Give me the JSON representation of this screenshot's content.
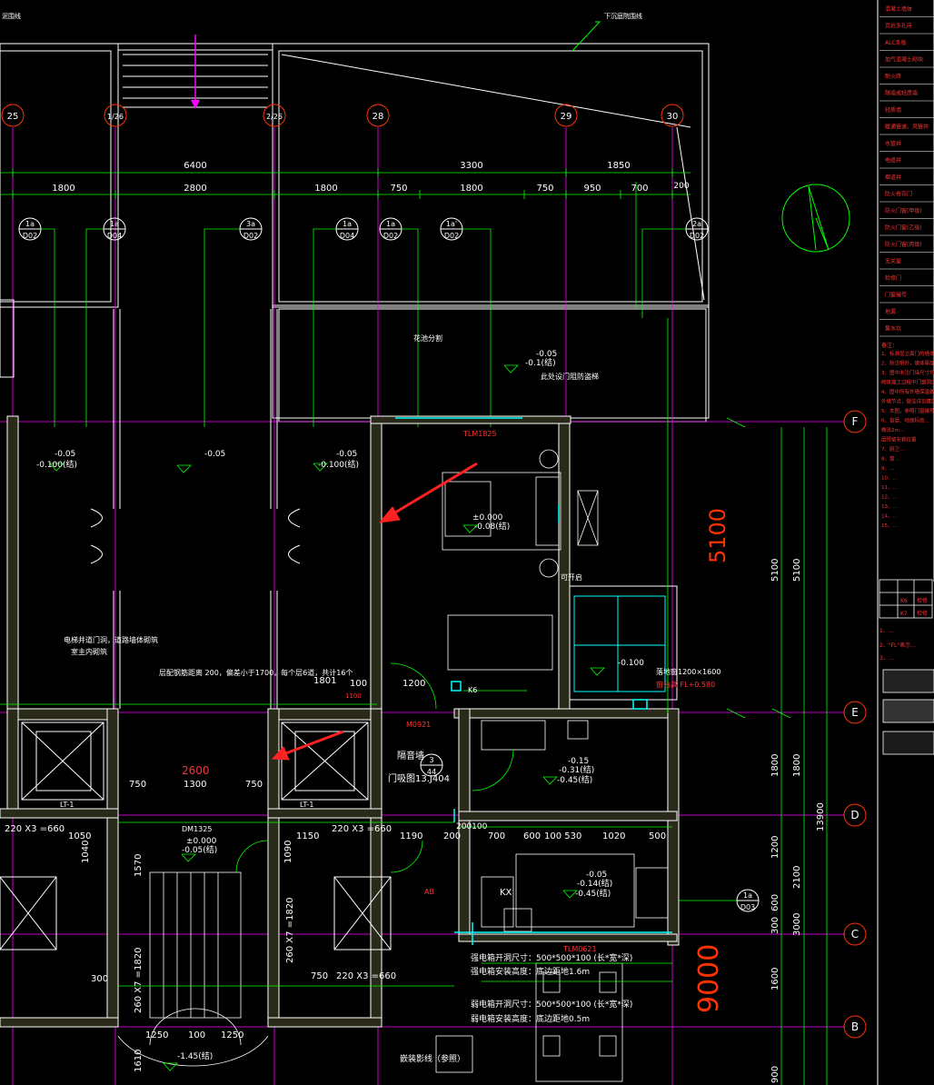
{
  "colors": {
    "background": "#000000",
    "grid": "#ff00ff",
    "dim": "#00ff00",
    "wall": "#ffffff",
    "axis_circle": "#ff3300",
    "annotation": "#ffffff",
    "legend_text": "#ff3333",
    "big_dim": "#ff3300",
    "arrow": "#ff2222",
    "yellow": "#ffff00",
    "cyan": "#00ffff"
  },
  "top_notes": {
    "top_left": "泥围线",
    "top_mid": "下沉庭院围线"
  },
  "axis_top": [
    "25",
    "1/26",
    "2/26",
    "28",
    "29",
    "30"
  ],
  "axis_right": [
    "F",
    "E",
    "D",
    "C",
    "B"
  ],
  "dims_top_row1": [
    "6400",
    "3300",
    "1850"
  ],
  "dims_top_row2": [
    "1800",
    "2800",
    "1800",
    "750",
    "1800",
    "750",
    "950",
    "700"
  ],
  "dim_200_top": "200",
  "detail_tags": [
    {
      "num": "1a",
      "ref": "D02"
    },
    {
      "num": "1a",
      "ref": "D04"
    },
    {
      "num": "3a",
      "ref": "D02"
    },
    {
      "num": "1a",
      "ref": "D04"
    },
    {
      "num": "1a",
      "ref": "D02"
    },
    {
      "num": "1a'",
      "ref": "D02"
    },
    {
      "num": "2a",
      "ref": "D02"
    },
    {
      "num": "1a",
      "ref": "D03"
    }
  ],
  "detail_callout": {
    "num": "3",
    "ref": "44"
  },
  "elevations": {
    "e1": "-0.05",
    "e1b": "-0.100(结)",
    "e2": "-0.05",
    "e3": "-0.05",
    "e3b": "-0.100(结)",
    "e4": "-0.05",
    "e4b": "-0.1(结)",
    "bed_a": "±0.000",
    "bed_b": "-0.08(结)",
    "stair_a": "±0.000",
    "stair_b": "-0.05(结)",
    "wc_a": "-0.15",
    "wc_b": "-0.31(结)",
    "wc_c": "-0.45(结)",
    "kit_a": "-0.05",
    "kit_b": "-0.14(结)",
    "kit_c": "-0.45(结)",
    "bottom_a": "-1.45(结)",
    "terrace": "-0.100"
  },
  "labels": {
    "flower_bed": "花池分割",
    "fire_stair": "此处设门阻防盗梯",
    "tlm": "TLM1825",
    "fold_pipe": "可开启",
    "window_note": "落地窗1200×1600",
    "window_note2": "窗台高 FL+0.580",
    "door1": "1200",
    "door_k6": "K6",
    "door_m": "M0921",
    "shower": "隔音墙",
    "shower2": "门吸图13.J404",
    "well_note": "电梯井道门洞，道路墙体砌筑",
    "well_note2": "室主内砌筑",
    "well_note3": "层配钢筋距离 200，偏差小于1700，每个层6道，共计16个",
    "dim_1801": "1801",
    "dim_1100": "1100",
    "dim_100": "100",
    "dim_2600": "2600",
    "dim_750a": "750",
    "dim_1300": "1300",
    "dim_750b": "750",
    "lt_left": "220 X3 =660",
    "lt_right": "220 X3 =660",
    "lt1": "LT-1",
    "lt2": "LT-1",
    "stair_dm": "DM1325",
    "sum_1050": "1050",
    "sum_1150": "1150",
    "sum_1190": "1190",
    "d_700": "700",
    "d_600": "600",
    "d_1005": "100 530",
    "d_1020": "1020",
    "d_500": "500",
    "d_200": "200",
    "d_20010": "200100",
    "kit_label": "KX",
    "ab": "AB",
    "mech_note": "强电箱开洞尺寸：500*500*100 (长*宽*深)",
    "mech_note2": "强电箱安装高度：底边距地1.6m",
    "mech_note3": "弱电箱开洞尺寸：500*500*100 (长*宽*深)",
    "mech_note4": "弱电箱安装高度：底边距地0.5m",
    "mech_note5": "嵌装影线（参照）",
    "tlm2": "TLM0621",
    "dim_1250": "1250",
    "dim_100b": "100",
    "dim_1250b": "1250",
    "dim_1570": "1570",
    "dim_1820": "260 X7 =1820",
    "dim_1820b": "260 X7 =1820",
    "dim_1040": "1040",
    "dim_1090": "1090",
    "dim_300": "300",
    "dim_750c": "750",
    "dim_220": "220 X3 =660",
    "dim_1610": "1610",
    "big_5100": "5100",
    "big_9000": "9000"
  },
  "right_dims": {
    "col1": [
      "5100",
      "1800",
      "1200",
      "600",
      "300",
      "1600",
      "900"
    ],
    "col2": [
      "5100",
      "1800",
      "2100",
      "3000",
      "13900"
    ]
  },
  "legend": {
    "items": [
      "混凝土墙体",
      "页岩多孔砖",
      "ALC条板",
      "加气混凝土砌块",
      "耐火砖",
      "隔墙或轻质墙",
      "轻质墙",
      "暖通管道、风管井",
      "水管井",
      "电缆井",
      "烟道井",
      "防火卷帘门",
      "防火门窗(甲级)",
      "防火门窗(乙级)",
      "防火门窗(丙级)",
      "无关窗",
      "检修门",
      "门窗编号",
      "地漏",
      "集水坑"
    ],
    "notes_title": "备注：",
    "notes": [
      "1、标准层立面门的墙体厚度如下",
      "2、除注明外，墙体厚度200",
      "3、图中未注门垛尺寸均为100",
      "砌体施工过程中门窗洞口预留尺寸",
      "4、图中所有外墙保温做法详见",
      "外墙节点，做法详见建施",
      "5、本图，参照门窗编号",
      "6、首层、地面标高…",
      "做法2m…",
      "层预留安装位置",
      "7、厨卫…",
      "8、窗…",
      "9、…",
      "10、…",
      "11、…",
      "12、…",
      "13、…",
      "14、…",
      "15、…"
    ],
    "table_rows": [
      {
        "code": "K6",
        "label": "检修"
      },
      {
        "code": "K7",
        "label": "检修"
      }
    ],
    "footnotes": [
      "1、…",
      "2、\"FL\"表示…",
      "3、…"
    ]
  }
}
